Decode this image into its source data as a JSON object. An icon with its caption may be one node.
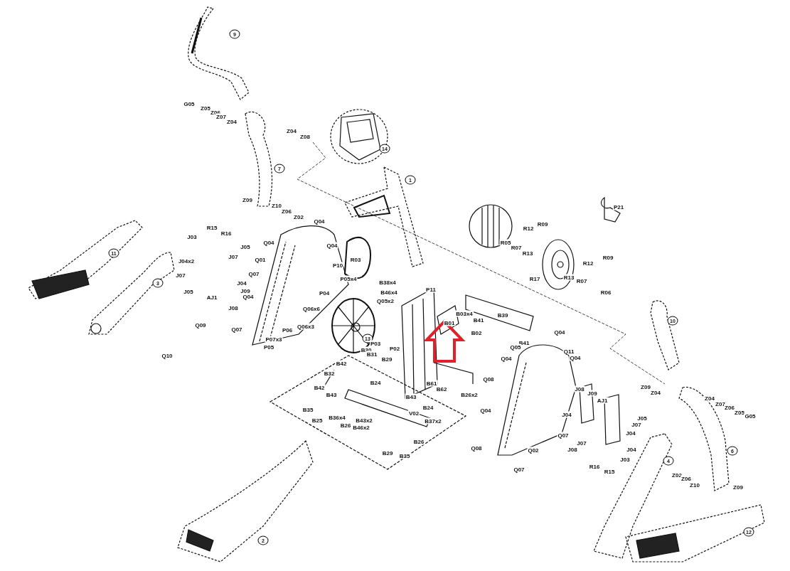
{
  "diagram": {
    "labels": [
      "9",
      "G05",
      "Z05",
      "Z06",
      "Z07",
      "Z04",
      "Z04",
      "Z08",
      "14",
      "7",
      "1",
      "Z09",
      "Z10",
      "P21",
      "Z06",
      "Z02",
      "Q04",
      "R09",
      "R15",
      "R12",
      "R16",
      "J03",
      "Q04",
      "R05",
      "Q04",
      "J05",
      "R07",
      "11",
      "R13",
      "J07",
      "R09",
      "Q01",
      "R03",
      "J04x2",
      "R12",
      "P10",
      "J07",
      "Q07",
      "R13",
      "R17",
      "P05x4",
      "J04",
      "B38x4",
      "3",
      "R07",
      "J05",
      "J09",
      "B46x4",
      "P11",
      "P04",
      "R06",
      "Q04",
      "AJ1",
      "Q05x2",
      "J08",
      "Q06x6",
      "B03x4",
      "B39",
      "B41",
      "10",
      "B01",
      "Q09",
      "Q06x3",
      "Q07",
      "P06",
      "Q04",
      "B02",
      "13",
      "P07x3",
      "B41",
      "P03",
      "Q05",
      "P05",
      "P02",
      "B30",
      "Q11",
      "B31",
      "Q10",
      "Q04",
      "Q04",
      "B29",
      "B42",
      "B32",
      "Q08",
      "B24",
      "B61",
      "Z09",
      "B42",
      "J08",
      "B62",
      "Z04",
      "J09",
      "B43",
      "B26x2",
      "B43",
      "Z04",
      "AJ1",
      "Z07",
      "B24",
      "Z06",
      "B35",
      "Q04",
      "Z05",
      "V02",
      "J04",
      "G05",
      "J05",
      "B36x4",
      "B25",
      "B43x2",
      "B37x2",
      "J07",
      "B26",
      "B46x2",
      "J04",
      "Q07",
      "B26",
      "J07",
      "Q08",
      "J08",
      "J04",
      "Q02",
      "6",
      "B29",
      "B35",
      "J03",
      "4",
      "R16",
      "Q07",
      "R15",
      "Z02",
      "Z06",
      "Z10",
      "Z09",
      "12",
      "2"
    ]
  }
}
